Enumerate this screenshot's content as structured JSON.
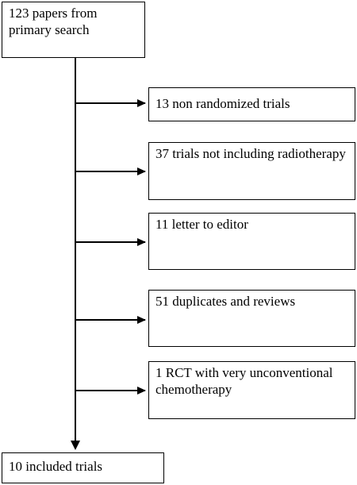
{
  "diagram": {
    "source": {
      "text": "123 papers from primary search"
    },
    "exclusions": [
      {
        "text": "13 non randomized trials"
      },
      {
        "text": "37 trials not including radiotherapy"
      },
      {
        "text": "11 letter to editor"
      },
      {
        "text": "51 duplicates and reviews"
      },
      {
        "text": "1 RCT with very unconventional chemotherapy"
      }
    ],
    "result": {
      "text": "10 included trials"
    },
    "colors": {
      "line": "#000000",
      "box_border": "#000000",
      "background": "#ffffff"
    }
  }
}
